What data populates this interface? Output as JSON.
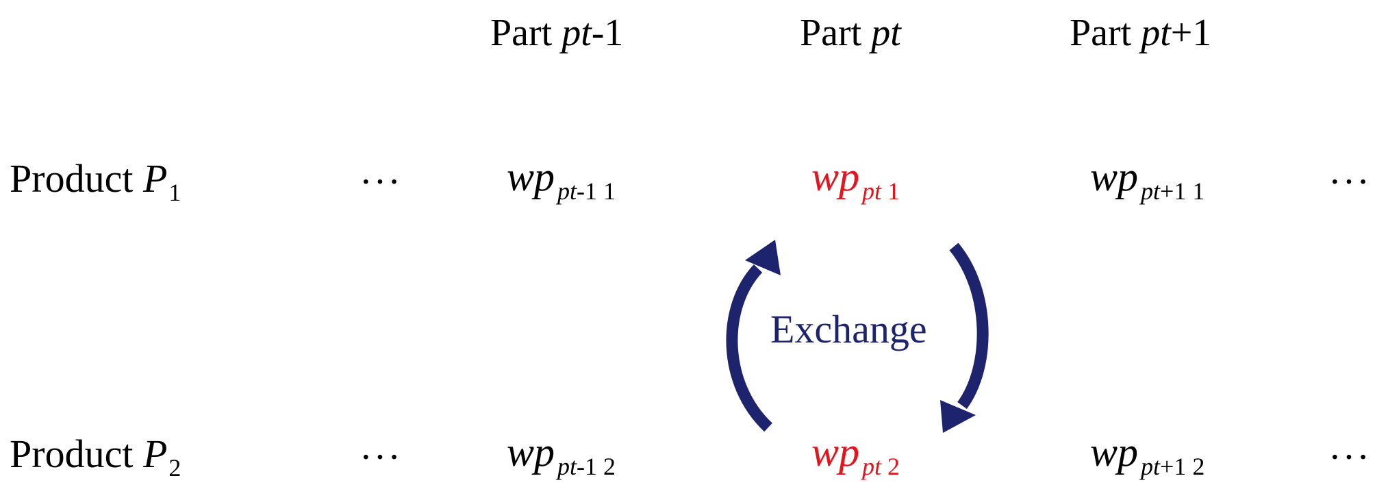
{
  "colors": {
    "text": "#000000",
    "highlight": "#e3141d",
    "arrow": "#1e236d"
  },
  "headers": {
    "prev": {
      "prefix": "Part ",
      "var": "pt",
      "suffix": "-1"
    },
    "curr": {
      "prefix": "Part ",
      "var": "pt",
      "suffix": ""
    },
    "next": {
      "prefix": "Part ",
      "var": "pt",
      "suffix": "+1"
    }
  },
  "rows": [
    {
      "label_text": "Product ",
      "label_var": "P",
      "label_sub": "1",
      "dots_left": "···",
      "dots_right": "···",
      "cells": [
        {
          "base": "wp",
          "sub_var": "pt",
          "sub_rest": "-1 1"
        },
        {
          "base": "wp",
          "sub_var": "pt",
          "sub_rest": " 1"
        },
        {
          "base": "wp",
          "sub_var": "pt",
          "sub_rest": "+1 1"
        }
      ]
    },
    {
      "label_text": "Product ",
      "label_var": "P",
      "label_sub": "2",
      "dots_left": "···",
      "dots_right": "···",
      "cells": [
        {
          "base": "wp",
          "sub_var": "pt",
          "sub_rest": "-1 2"
        },
        {
          "base": "wp",
          "sub_var": "pt",
          "sub_rest": " 2"
        },
        {
          "base": "wp",
          "sub_var": "pt",
          "sub_rest": "+1 2"
        }
      ]
    }
  ],
  "exchange_label": "Exchange"
}
